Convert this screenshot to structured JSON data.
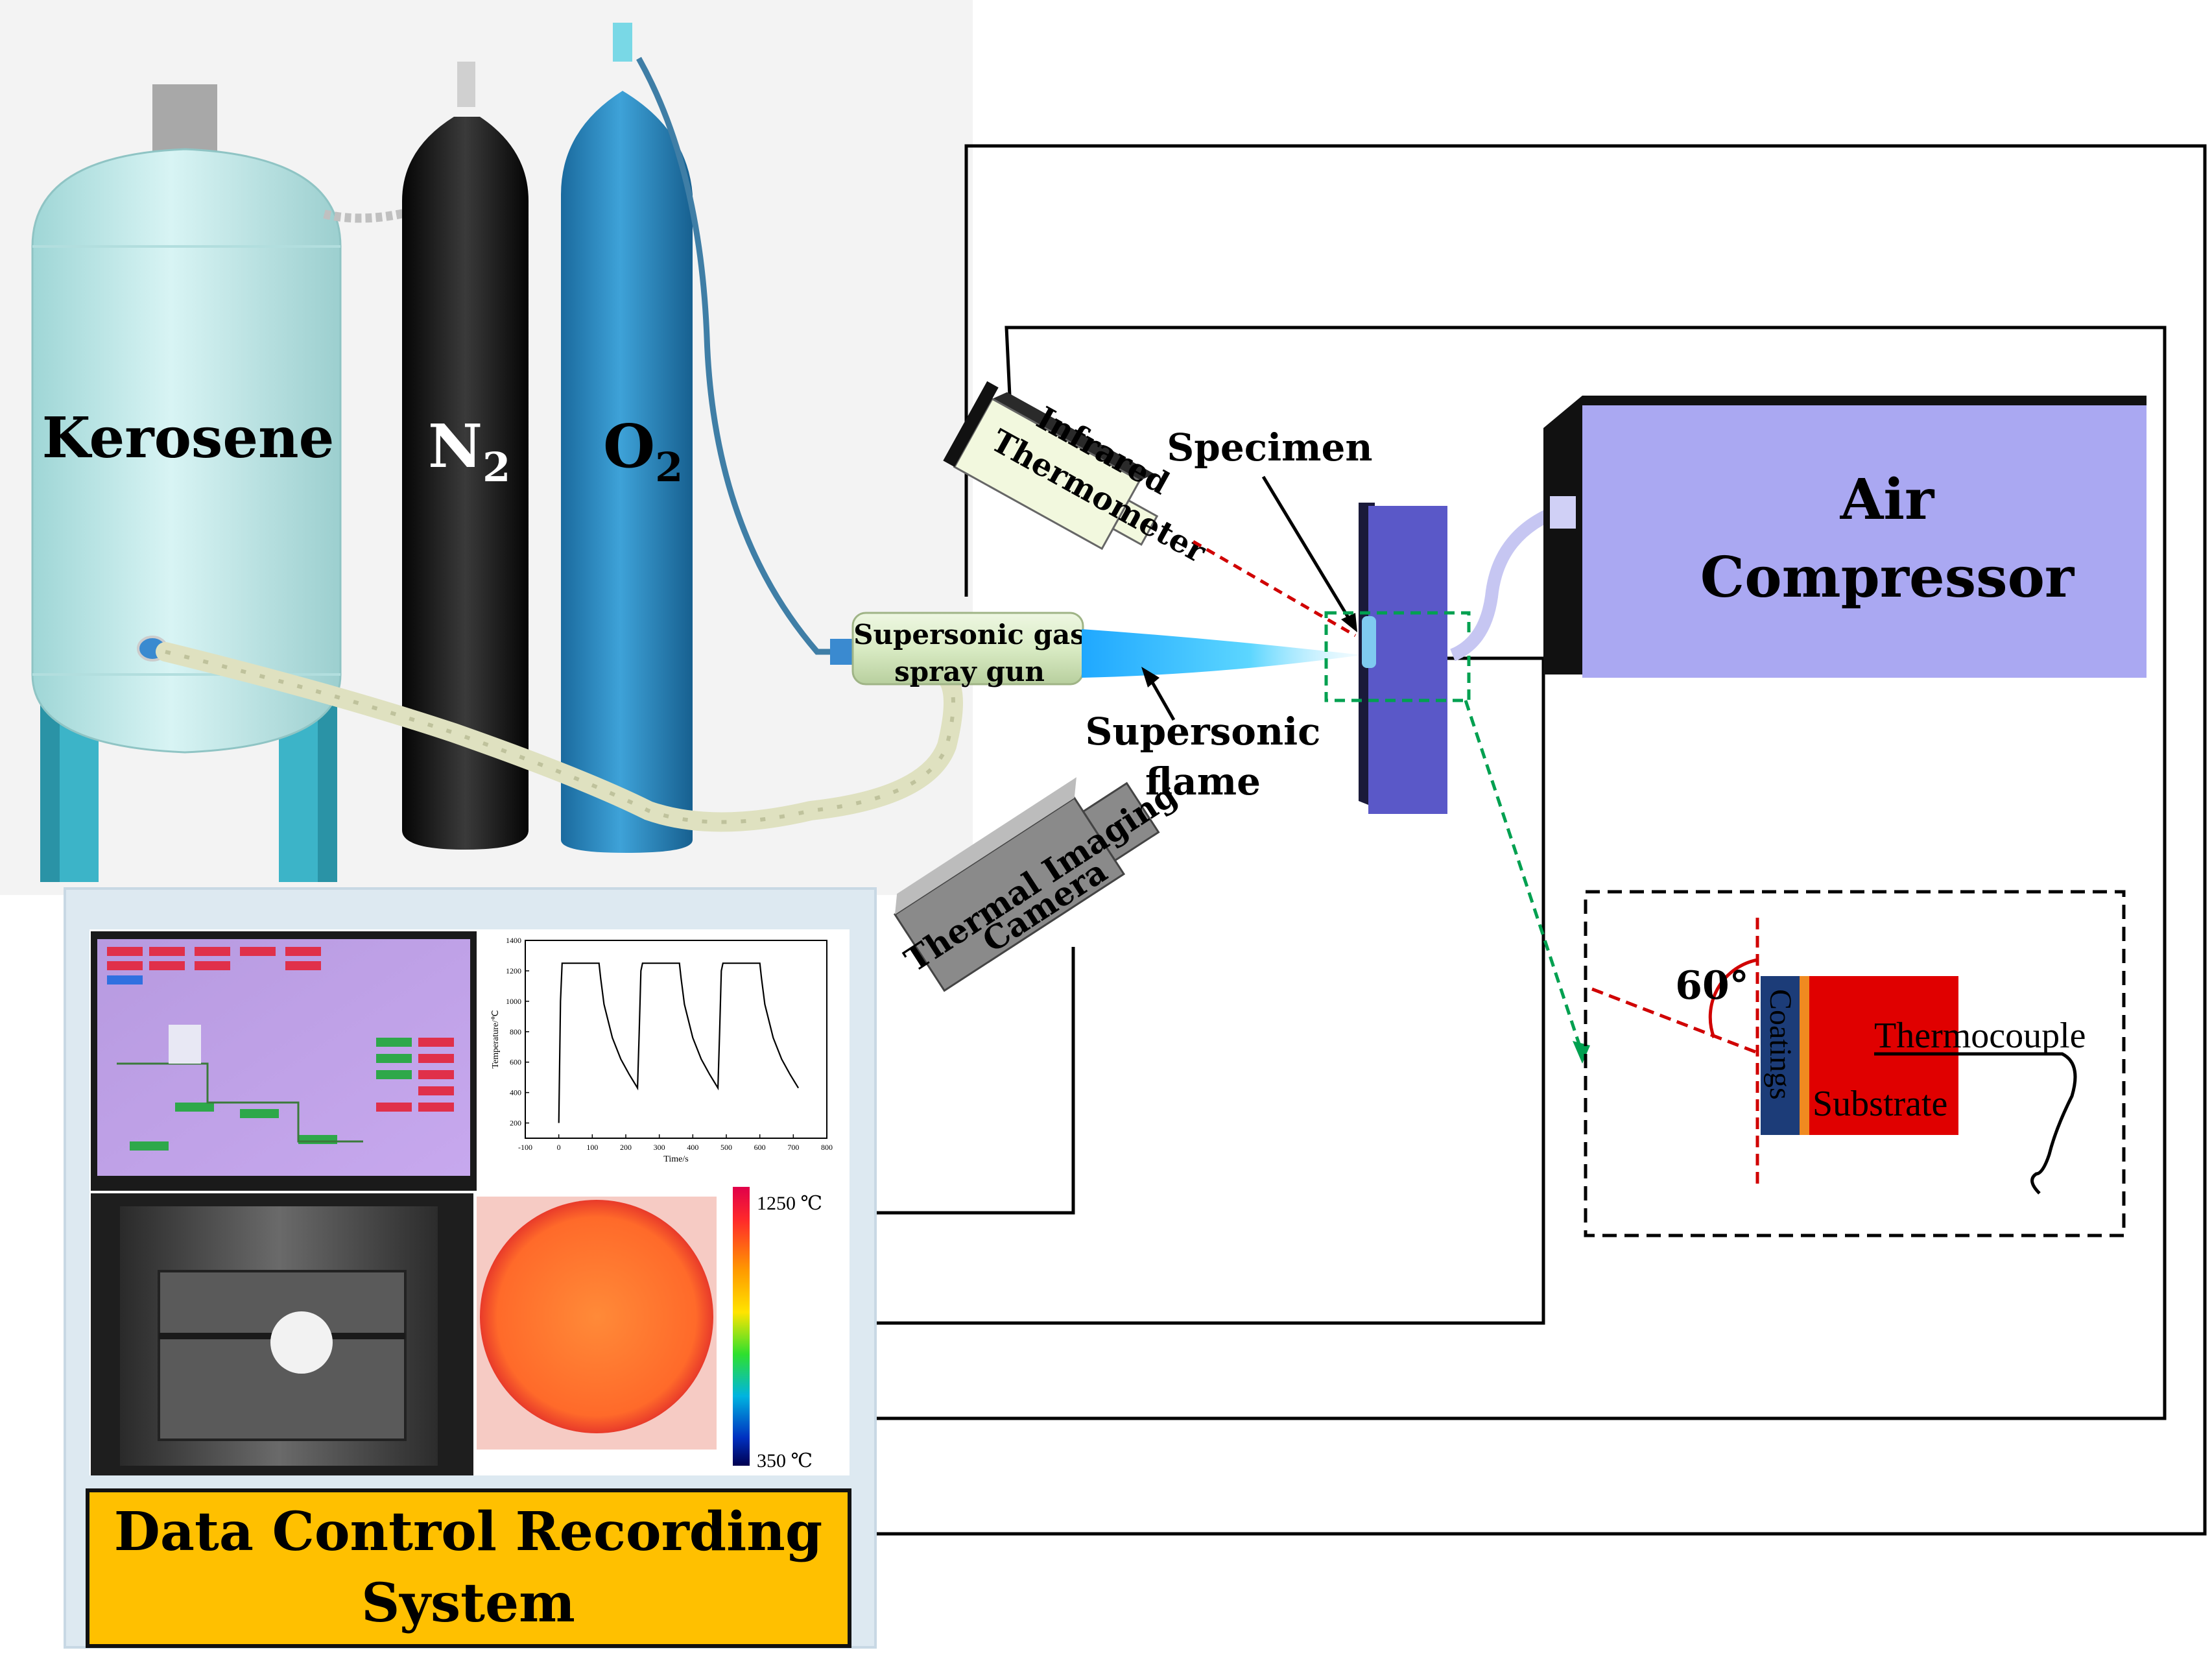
{
  "labels": {
    "kerosene": "Kerosene",
    "n2_main": "N",
    "n2_sub": "2",
    "o2_main": "O",
    "o2_sub": "2",
    "spray_gun_line1": "Supersonic gas",
    "spray_gun_line2": "spray gun",
    "flame_line1": "Supersonic",
    "flame_line2": "flame",
    "infrared_line1": "Infrared",
    "infrared_line2": "Thermometer",
    "specimen": "Specimen",
    "air_compressor_line1": "Air",
    "air_compressor_line2": "Compressor",
    "thermal_camera_line1": "Thermal Imaging",
    "thermal_camera_line2": "Camera",
    "angle": "60°",
    "coatings": "Coatings",
    "substrate": "Substrate",
    "thermocouple": "Thermocouple",
    "data_system_line1": "Data Control Recording",
    "data_system_line2": "System",
    "colorbar_max": "1250 ℃",
    "colorbar_min": "350 ℃",
    "plot_ylabel": "Temperature/℃",
    "plot_xlabel": "Time/s"
  },
  "chart_data": {
    "type": "line",
    "xlabel": "Time/s",
    "ylabel": "Temperature/℃",
    "xlim": [
      -100,
      800
    ],
    "ylim": [
      100,
      1400
    ],
    "xticks": [
      "-100",
      "0",
      "100",
      "200",
      "300",
      "400",
      "500",
      "600",
      "700",
      "800"
    ],
    "yticks": [
      "200",
      "400",
      "600",
      "800",
      "1000",
      "1200",
      "1400"
    ],
    "series": [
      {
        "x": [
          0,
          5,
          10,
          120,
          125,
          135,
          160,
          185,
          210,
          235,
          240,
          245,
          250,
          360,
          365,
          375,
          400,
          425,
          450,
          475,
          480,
          485,
          490,
          600,
          605,
          615,
          640,
          665,
          690,
          715
        ],
        "values": [
          200,
          1000,
          1250,
          1250,
          1150,
          980,
          760,
          620,
          520,
          430,
          800,
          1200,
          1250,
          1250,
          1150,
          980,
          760,
          620,
          520,
          430,
          800,
          1200,
          1250,
          1250,
          1150,
          980,
          760,
          620,
          520,
          430
        ]
      }
    ]
  },
  "colors": {
    "kerosene_tank": "#c6ecec",
    "n2_cylinder": "#1a1a1a",
    "o2_cylinder": "#2a86c0",
    "air_compressor": "#aaa8f2",
    "specimen": "#5a58c8",
    "data_system_box": "#ffc000",
    "substrate": "#e00000",
    "coatings": "#1c3c78",
    "flame": "#3cc6ff",
    "laser_line": "#d00000",
    "zoom_line": "#00a050"
  }
}
